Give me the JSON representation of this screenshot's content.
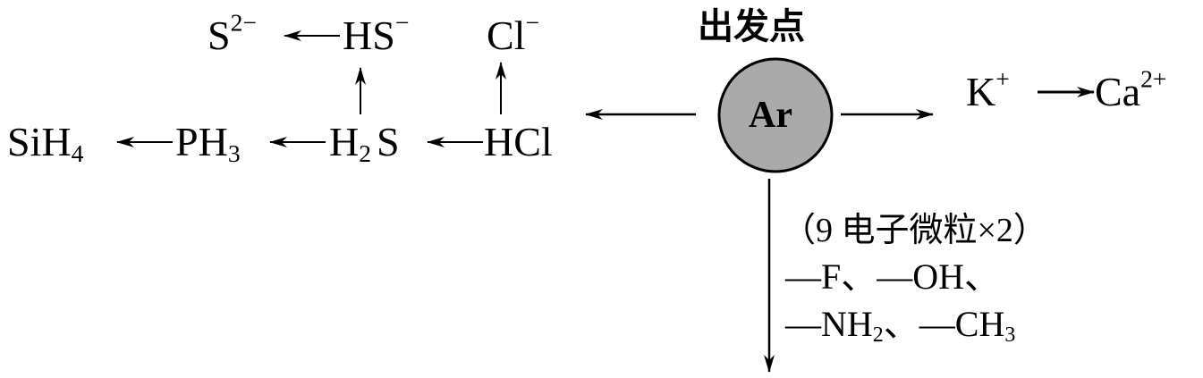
{
  "title": "出发点",
  "center": {
    "label": "Ar",
    "fill": "#aaaaaa"
  },
  "left_chain": {
    "top": {
      "s2": "S",
      "s2_charge": "2−",
      "hs": "HS",
      "hs_charge": "−",
      "cl": "Cl",
      "cl_charge": "−"
    },
    "bottom": {
      "sih": "SiH",
      "sih_sub": "4",
      "ph": "PH",
      "ph_sub": "3",
      "h2s_h": "H",
      "h2s_sub": "2",
      "h2s_s": "S",
      "hcl": "HCl"
    }
  },
  "right_chain": {
    "k": "K",
    "k_charge": "+",
    "ca": "Ca",
    "ca_charge": "2+"
  },
  "down_branch": {
    "line1": "（9 电子微粒×2）",
    "line2": "—F、—OH、",
    "line3_nh": "—NH",
    "line3_sub": "2",
    "line3_mid": "、—CH",
    "line3_sub2": "3"
  }
}
